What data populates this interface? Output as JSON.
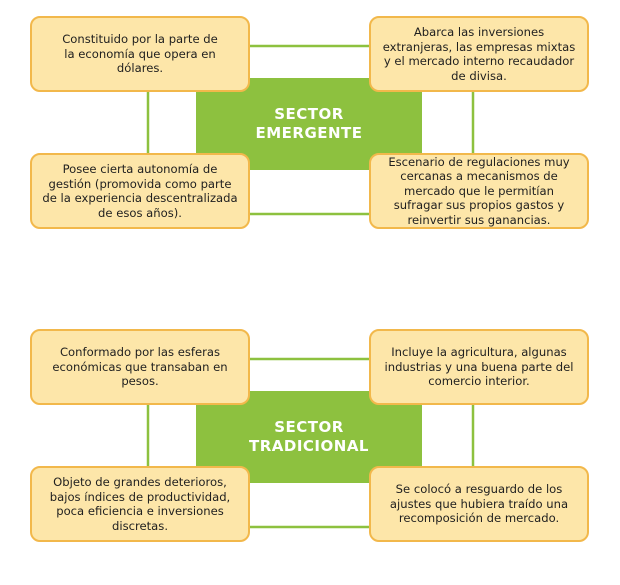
{
  "diagrams": [
    {
      "center": [
        "SECTOR",
        "EMERGENTE"
      ],
      "boxes": {
        "top_left": "Constituido por la parte de la economía que opera en dólares.",
        "top_right": "Abarca las inversiones extranjeras, las empresas mixtas y el mercado interno recaudador de divisa.",
        "bottom_left": "Posee cierta autonomía de gestión (promovida como parte de la experiencia descentralizada de esos años).",
        "bottom_right": "Escenario de regulaciones muy cercanas a mecanismos de mercado que le permitían sufragar sus propios gastos y reinvertir sus ganancias."
      }
    },
    {
      "center": [
        "SECTOR",
        "TRADICIONAL"
      ],
      "boxes": {
        "top_left": "Conformado por las esferas económicas que transaban en pesos.",
        "top_right": "Incluye la agricultura, algunas industrias y una buena parte del comercio interior.",
        "bottom_left": "Objeto de grandes deterioros, bajos índices de productividad, poca eficiencia e inversiones discretas.",
        "bottom_right": "Se colocó a resguardo de los ajustes que hubiera traído una recomposición de mercado."
      }
    }
  ],
  "colors": {
    "green": "#8dc13f",
    "box_fill": "#fde6a9",
    "box_border": "#f2b84b"
  }
}
